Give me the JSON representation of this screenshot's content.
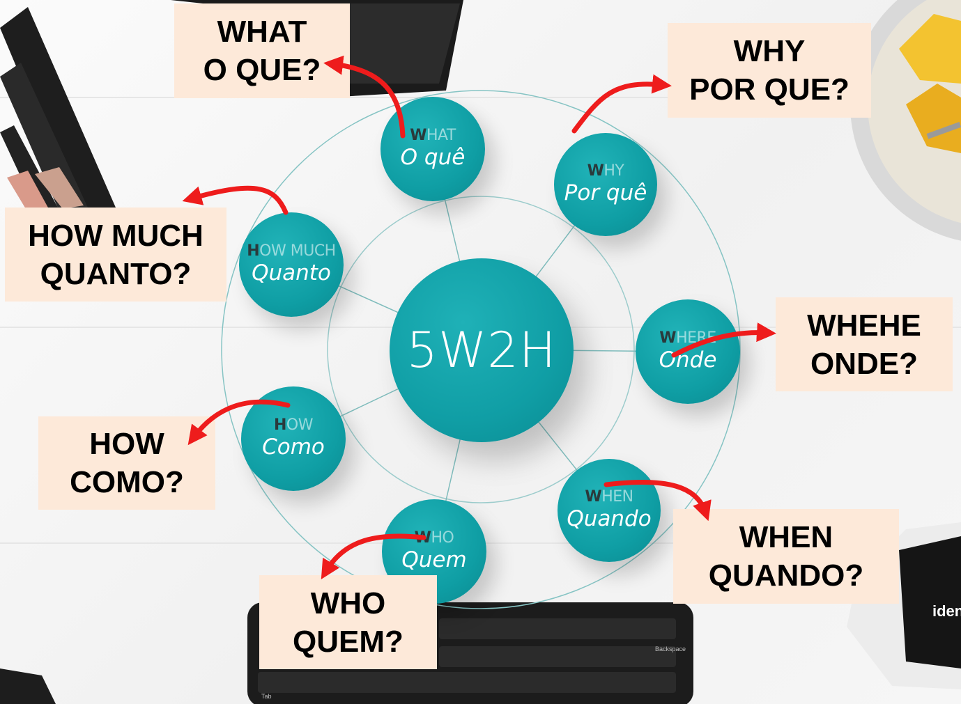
{
  "diagram": {
    "center_label": "5W2H",
    "nodes": [
      {
        "id": "what",
        "letter": "W",
        "rest": "HAT",
        "pt": "O quê"
      },
      {
        "id": "why",
        "letter": "W",
        "rest": "HY",
        "pt": "Por quê"
      },
      {
        "id": "where",
        "letter": "W",
        "rest": "HERE",
        "pt": "Onde"
      },
      {
        "id": "when",
        "letter": "W",
        "rest": "HEN",
        "pt": "Quando"
      },
      {
        "id": "who",
        "letter": "W",
        "rest": "HO",
        "pt": "Quem"
      },
      {
        "id": "how",
        "letter": "H",
        "rest": "OW",
        "pt": "Como"
      },
      {
        "id": "howmuch",
        "letter": "H",
        "rest": "OW MUCH",
        "pt": "Quanto"
      }
    ],
    "labels": [
      {
        "id": "what",
        "line1": "WHAT",
        "line2": "O QUE?"
      },
      {
        "id": "why",
        "line1": "WHY",
        "line2": "POR QUE?"
      },
      {
        "id": "where",
        "line1": "WHEHE",
        "line2": "ONDE?"
      },
      {
        "id": "when",
        "line1": "WHEN",
        "line2": "QUANDO?"
      },
      {
        "id": "who",
        "line1": "WHO",
        "line2": "QUEM?"
      },
      {
        "id": "how",
        "line1": "HOW",
        "line2": "COMO?"
      },
      {
        "id": "howmuch",
        "line1": "HOW MUCH",
        "line2": "QUANTO?"
      }
    ],
    "colors": {
      "node": "#109ea5",
      "label_bg": "#fde9d9",
      "arrow": "#ee1c1c",
      "ring": "#7fbfbf"
    },
    "background_text": {
      "box_brand": "iden",
      "key_backspace": "Backspace",
      "key_tab": "Tab"
    }
  }
}
